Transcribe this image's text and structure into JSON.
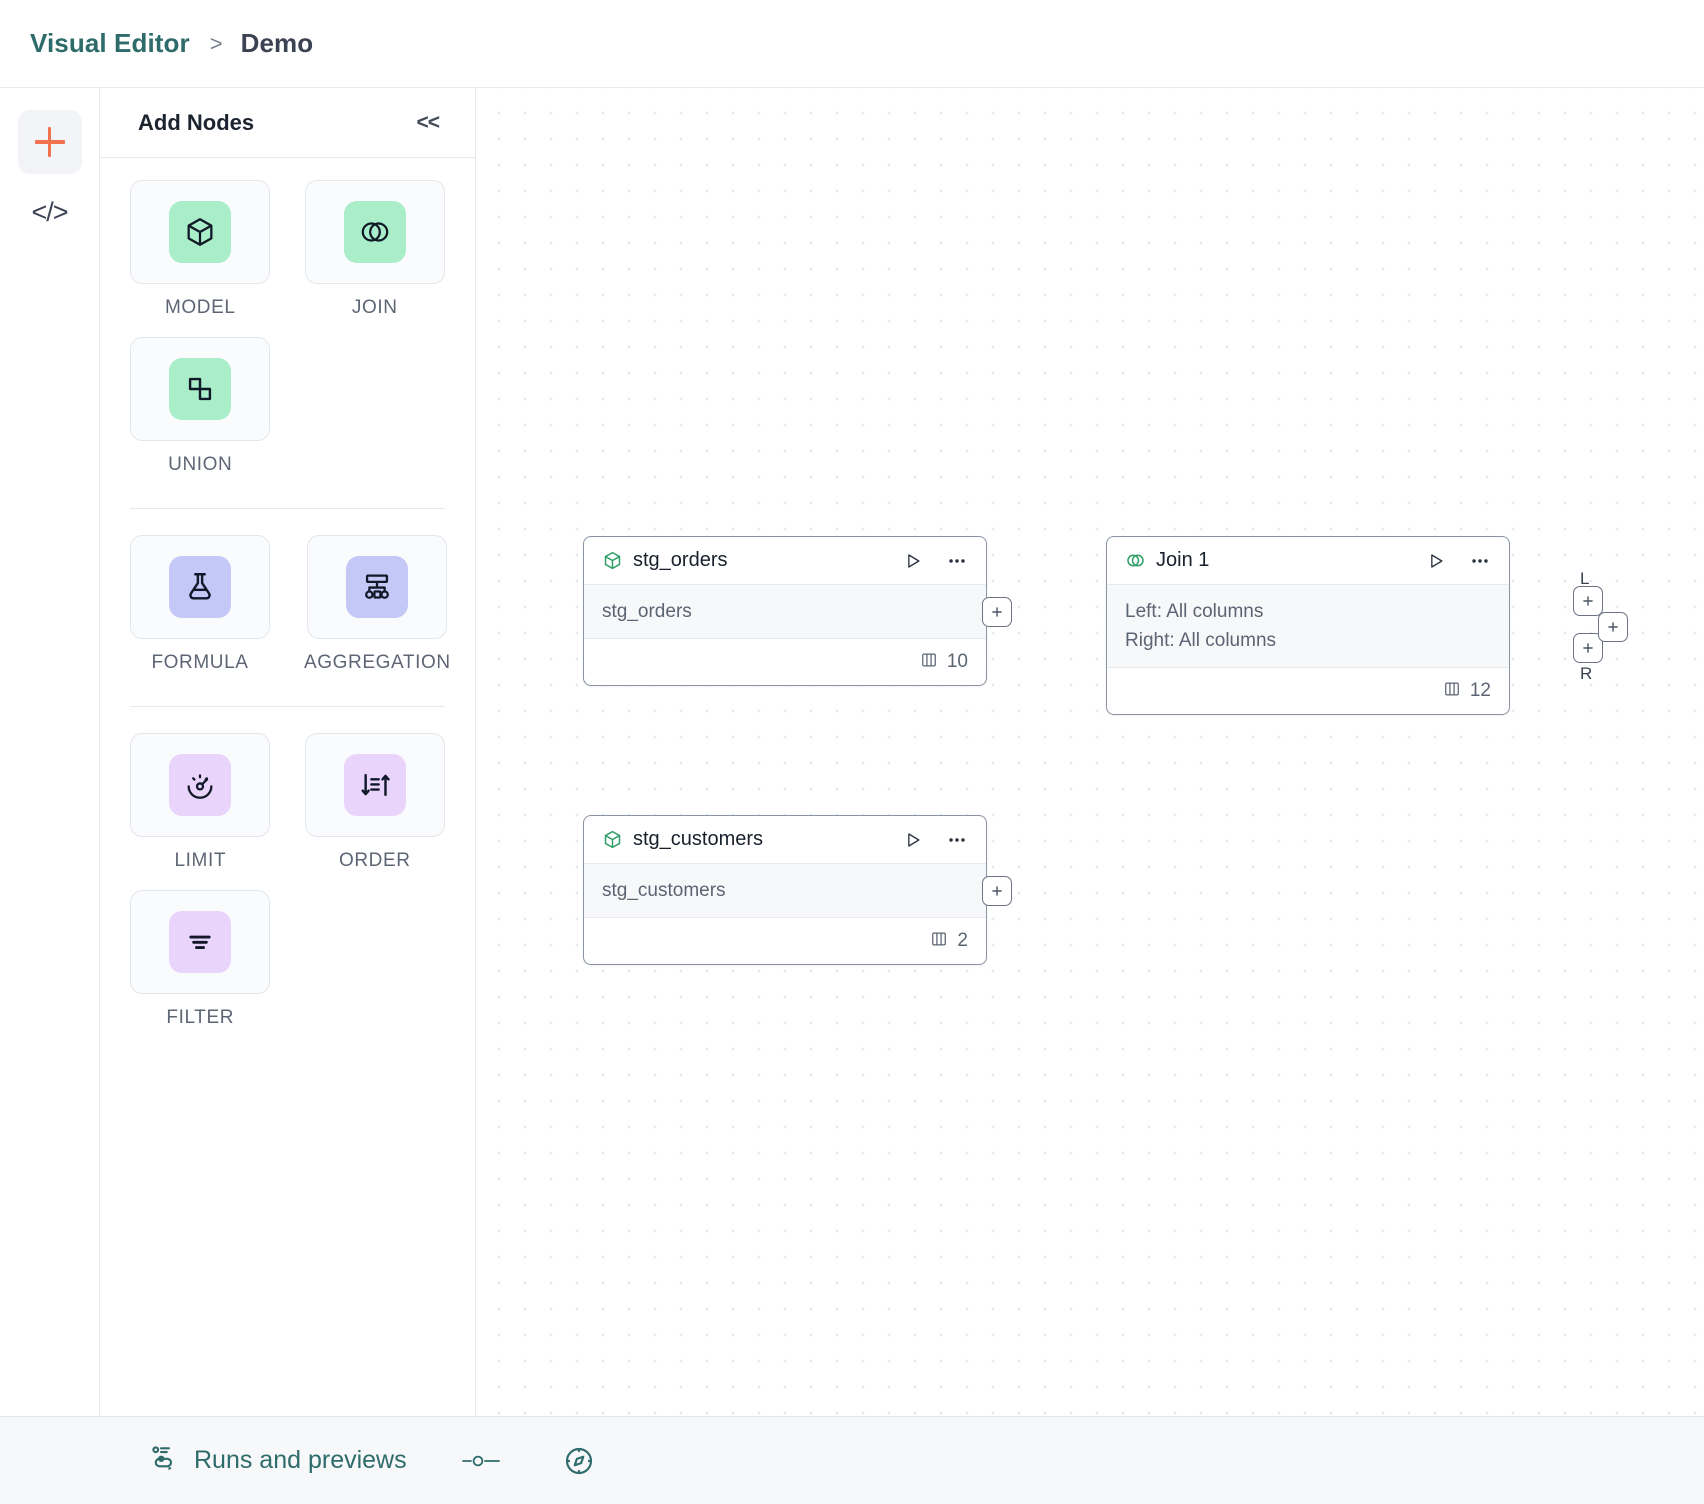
{
  "header": {
    "breadcrumb_root": "Visual Editor",
    "breadcrumb_separator": ">",
    "breadcrumb_leaf": "Demo"
  },
  "rail": {
    "add_icon": "plus-icon",
    "code_icon": "code-icon",
    "code_label": "</>"
  },
  "panel": {
    "title": "Add Nodes",
    "collapse_label": "<<",
    "groups": [
      {
        "items": [
          {
            "label": "MODEL",
            "icon": "cube-icon",
            "color": "green"
          },
          {
            "label": "JOIN",
            "icon": "venn-icon",
            "color": "green"
          },
          {
            "label": "UNION",
            "icon": "union-icon",
            "color": "green"
          }
        ]
      },
      {
        "items": [
          {
            "label": "FORMULA",
            "icon": "flask-icon",
            "color": "blue"
          },
          {
            "label": "AGGREGATION",
            "icon": "hierarchy-icon",
            "color": "blue"
          }
        ]
      },
      {
        "items": [
          {
            "label": "LIMIT",
            "icon": "gauge-icon",
            "color": "purple"
          },
          {
            "label": "ORDER",
            "icon": "sort-icon",
            "color": "purple"
          },
          {
            "label": "FILTER",
            "icon": "filter-icon",
            "color": "purple"
          }
        ]
      }
    ]
  },
  "canvas": {
    "nodes": {
      "stg_orders": {
        "title": "stg_orders",
        "icon": "cube-icon",
        "rows": [
          "stg_orders"
        ],
        "column_count": "10",
        "run_icon": "play-icon",
        "menu_icon": "ellipsis-icon",
        "columns_icon": "columns-icon"
      },
      "stg_customers": {
        "title": "stg_customers",
        "icon": "cube-icon",
        "rows": [
          "stg_customers"
        ],
        "column_count": "2",
        "run_icon": "play-icon",
        "menu_icon": "ellipsis-icon",
        "columns_icon": "columns-icon"
      },
      "join_1": {
        "title": "Join 1",
        "icon": "venn-icon",
        "rows": [
          "Left: All columns",
          "Right: All columns"
        ],
        "column_count": "12",
        "run_icon": "play-icon",
        "menu_icon": "ellipsis-icon",
        "columns_icon": "columns-icon",
        "input_left_label": "L",
        "input_right_label": "R"
      }
    }
  },
  "bottombar": {
    "runs_label": "Runs and previews",
    "runs_icon": "flow-run-icon",
    "slider_icon": "slider-icon",
    "compass_icon": "compass-icon"
  },
  "colors": {
    "accent_teal": "#2e6b6b",
    "accent_orange": "#f2714e",
    "chip_green": "#a9eec9",
    "chip_blue": "#c3c8f7",
    "chip_purple": "#e9d4fb",
    "node_border": "#8a93a3",
    "node_icon_green": "#2f9e68"
  }
}
